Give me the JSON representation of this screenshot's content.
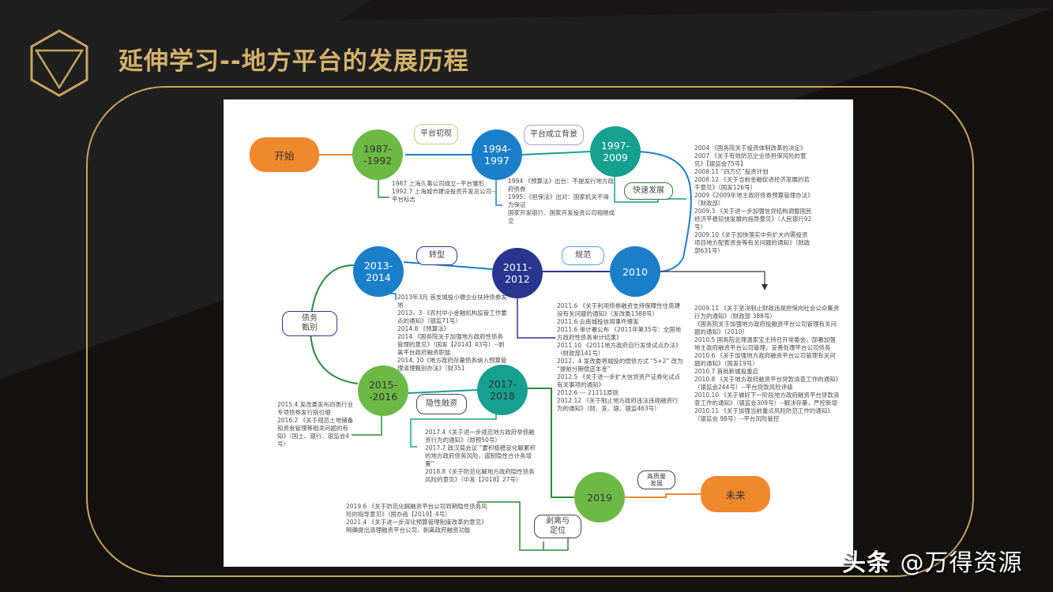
{
  "header": {
    "title": "延伸学习--地方平台的发展历程",
    "logo_icon": "hexagon-triangle-icon"
  },
  "colors": {
    "gold": "#c9a55d",
    "title_gold": "#d4b26c",
    "orange": "#f0882e",
    "green": "#6cba45",
    "blue": "#1a7fc8",
    "teal": "#15a08f",
    "navy": "#2a3590"
  },
  "diagram": {
    "start_label": "开始",
    "end_label": "未来",
    "nodes": [
      {
        "id": "n1987",
        "label": "1987-\n-1992"
      },
      {
        "id": "n1994",
        "label": "1994-\n1997"
      },
      {
        "id": "n1997",
        "label": "1997-\n2009"
      },
      {
        "id": "n2010",
        "label": "2010"
      },
      {
        "id": "n2011",
        "label": "2011-\n2012"
      },
      {
        "id": "n2013",
        "label": "2013-\n2014"
      },
      {
        "id": "n2015",
        "label": "2015-\n-2016"
      },
      {
        "id": "n2017",
        "label": "2017-\n2018"
      },
      {
        "id": "n2019",
        "label": "2019"
      }
    ],
    "tags": {
      "platform_emerge": "平台初现",
      "platform_background": "平台成立背景",
      "fast_growth": "快速发展",
      "regulate": "规范",
      "transform": "转型",
      "debt_screen": "债务\n甄别",
      "hidden_finance": "隐性融资",
      "high_quality": "高质量\n发展",
      "separate_position": "剥离与\n定位"
    },
    "notes": {
      "n1987": [
        "1987 上海久事公司成立--平台雏形",
        "1992.7  上海城市建设投资开发总公司--平台标志"
      ],
      "n1994": [
        "1994 《预算法》出台：不提发行地方政府债券",
        "1995：《担保法》出对：国家机关不得为保证",
        "国家开发银行、国家开发投资公司相继成立"
      ],
      "n1997": [
        "2004 《国务院关于投资体制改革的决定》",
        "2007 《关于有效防范企业债担保风险的意见》【银监会75号】",
        "2008.11 “四万亿”投资计划",
        "2008.12 《关于当前金融促进经济发展的若干意见》（国发126号）",
        "2009《2009年地主政府债券预算管理办法》（财政部）",
        "2009.3 《关于进一步加强信贷结构调整国民经济平稳较快发展的指导意见》（人民银行92号）",
        "2009.10《关于加快落实中央扩大内需投资项目地方配套资金等有关问题的通知》（财政部631号）"
      ],
      "n2010": [
        "2009.11 《关于坚决制止财政违规担保向社会公众集资行为的通知》（财政部 388号）",
        "《国务院关于加强地方政府投融资平台公司管理有关问题的通知》（2010）",
        "2010.5 国务院总理温家宝主持召开常委会，部署加强地主政府融资平台公司管理，妥善处理平台公司债务",
        "2010.6 《关于加强地方政府融资平台公司管理有关问题的通知》（国发19号）",
        "2010.7  首批新城投重启",
        "2010.8 《关于地方政府融资平台贷款清查工作的通知》（银监会244号）--平台贷款风险评级",
        "2010.10 《关于做好下一阶段地方政府融资平台贷款清查工作的通知》（银监会309号）--解决存量，严控新增",
        "2010.11 《关于加强当前重点风险防范工作的通知》（银监会 98号）--平台风险管控"
      ],
      "n2011": [
        "2011.6 《关于利用债券融资支持保障性住房建设有关问题的通知》（发改委1388号）",
        "2011.6 云南城投信用事件爆发",
        "2011.6 审计署公布 《2011年第35号：全国地方政府性债务审计结果》",
        "2011.10 《2011地方政府自行发债试点办法》（财政部141号）",
        "2012，4 发改委将城投的偿债方式 “5+2” 改为 “提前分期偿还本金”",
        "2012.5 《关于进一步扩大信贷资产证券化试点有关事项的通知》",
        "2012.6 --- 21111原则",
        "2012.12 《关于制止地方政府违法违规融资行为的通知》（财、发、银、银监463号）"
      ],
      "n2013": [
        "2013年3月 首支城投小微企业扶持债券发地",
        "2013，3 《农村中小金融机构监管工作要点的通知》（银监71号）",
        "2014.8 《预算法》",
        "2014 《国务院关于加强地方政府性债务管理的意见》（国发【2014】43号）--剥离平台政府融资职能",
        "2014. 10《地方政府存量债务纳入预算管理清理甄别办法》（财351"
      ],
      "n2015": [
        "2015.4  发改委发布四类行业专项债券发行指引细",
        "2016.2 《关于规范土地储备和资金管理等相关问题的有知》（国土、银行、银监会4号）"
      ],
      "n2017": [
        "2017.4《关于进一步规范地方政府举债融资行为的通知》（财预50号）",
        "2017.7 政汉局会议 “要积极稳妥化解累积的地方政府债务风险，遏制隐性合计务增量”",
        "2018.8《关于防范化解地方政府隐性债务风险的意见》（中发【2018】27号）"
      ],
      "n2019": [
        "2019.6 《关于防范化解融资平台公司到期隐性债务风险的指导意见》（国办函【2019】4号）",
        "2021.4 《关于进一步深化预算管理制度改革的意见》明确提出清理融资平台公司，剥离政府融资功能"
      ]
    }
  },
  "watermark": {
    "brand": "头条",
    "handle": "@万得资源"
  }
}
